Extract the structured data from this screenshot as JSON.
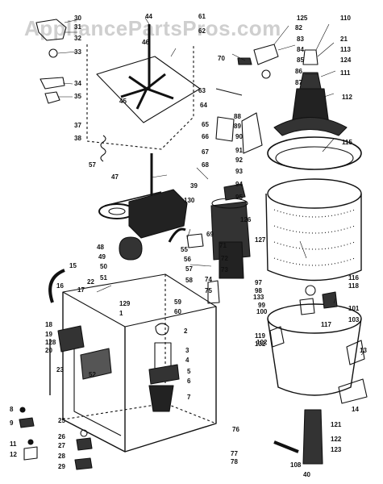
{
  "watermark": "AppliancePartsPros.com",
  "colors": {
    "ink": "#111111",
    "shade": "#444444",
    "watermark": "#cfcfcf"
  },
  "labels": [
    "30",
    "31",
    "32",
    "33",
    "34",
    "35",
    "37",
    "38",
    "57",
    "44",
    "45",
    "46",
    "47",
    "61",
    "62",
    "63",
    "64",
    "65",
    "66",
    "67",
    "68",
    "70",
    "125",
    "82",
    "83",
    "84",
    "85",
    "86",
    "87",
    "88",
    "89",
    "90",
    "91",
    "92",
    "93",
    "94",
    "95",
    "110",
    "21",
    "113",
    "124",
    "111",
    "112",
    "115",
    "39",
    "130",
    "48",
    "49",
    "50",
    "51",
    "52",
    "55",
    "56",
    "57",
    "58",
    "15",
    "22",
    "17",
    "16",
    "59",
    "60",
    "69",
    "71",
    "72",
    "73",
    "74",
    "75",
    "126",
    "127",
    "116",
    "97",
    "98",
    "133",
    "99",
    "100",
    "118",
    "101",
    "103",
    "117",
    "119",
    "132",
    "129",
    "1",
    "2",
    "3",
    "4",
    "5",
    "6",
    "7",
    "18",
    "19",
    "128",
    "20",
    "23",
    "8",
    "9",
    "25",
    "11",
    "12",
    "26",
    "27",
    "28",
    "29",
    "76",
    "77",
    "78",
    "102",
    "13",
    "14",
    "121",
    "122",
    "123",
    "108",
    "40"
  ]
}
